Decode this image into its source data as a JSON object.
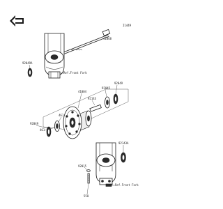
{
  "diagram": {
    "code": "I1449",
    "labels": {
      "axle": "41068",
      "seal_top_left": "92049A",
      "ref_top": "Ref.Front Fork",
      "ref_bottom": "Ref.Front Fork",
      "hub": "41004",
      "spacer": "92143",
      "bearing_right": "92045",
      "seal_right": "92049",
      "hub_left_a": "461",
      "hub_left_b": "92049",
      "hub_left_c": "461",
      "seal_bottom_right": "92143A",
      "bolt_a": "92015",
      "bolt_b": "550"
    },
    "icons": {
      "arrow": "direction-arrow-icon"
    }
  }
}
